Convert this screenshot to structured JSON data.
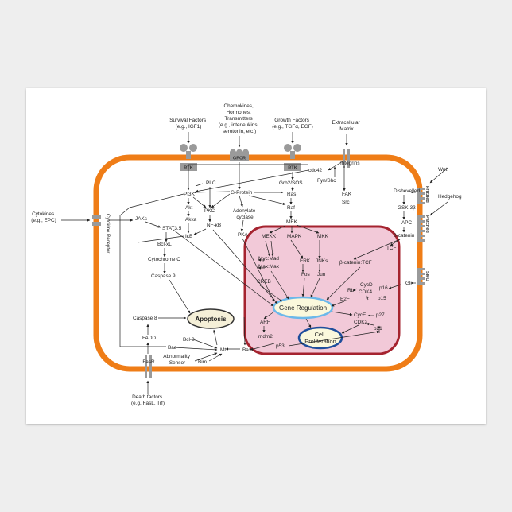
{
  "colors": {
    "membrane": "#ef7d17",
    "nucleus_border": "#a5232f",
    "nucleus_fill": "#f2c9d8",
    "gene_fill": "#fbf8dc",
    "gene_border": "#6bb8ea",
    "apoptosis_fill": "#f5f0d8",
    "receptor": "#9a9a9a"
  },
  "external": {
    "survival": [
      "Survival Factors",
      "(e.g., IGF1)"
    ],
    "chemokines": [
      "Chemokines,",
      "Hormones,",
      "Transmitters",
      "(e.g., interleukins,",
      "serotonin, etc.)"
    ],
    "growth": [
      "Growth Factors",
      "(e.g., TGFα, EGF)"
    ],
    "ecm": [
      "Extracellular",
      "Matrix"
    ],
    "cytokines": [
      "Cytokines",
      "(e.g., EPC)"
    ],
    "death": [
      "Death factors",
      "(e.g. FasL, Trf)"
    ],
    "wnt": "Wnt",
    "hedgehog": "Hedgehog"
  },
  "receptors": {
    "rtk1": "RTK",
    "gpcr": "GPCR",
    "rtk2": "RTK",
    "cytokine": "Cytokine Receptor",
    "fasr": "FasR",
    "frizzled": "Frizzled",
    "patched": "Patched",
    "smo": "SMO"
  },
  "nodes": {
    "cdc42": "cdc42",
    "integrins": "Integrins",
    "fyn_shc": "Fyn/Shc",
    "grb2_sos": "Grb2/SOS",
    "plc": "PLC",
    "gprotein": "G-Protein",
    "ras": "Ras",
    "fak": "FAK",
    "src": "Src",
    "pi3k": "PI3K",
    "pkc": "PKC",
    "akt": "Akt",
    "akka": "Akka",
    "nfkb": "NF-κB",
    "ikb": "IκB",
    "adenylate": [
      "Adenylate",
      "cyclase"
    ],
    "pka": "PKA",
    "raf": "Raf",
    "mek": "MEK",
    "mekk": "MEKK",
    "mapk": "MAPK",
    "mkk": "MKK",
    "dishevelled": "Dishevelled",
    "gsk": "GSK-3β",
    "apc": "APC",
    "bcatenin": "β-catenin",
    "tcf": "TCF",
    "jaks": "JAKs",
    "stat": "STAT3.5",
    "bclxl": "Bcl-xL",
    "cytc": "Cytochrome C",
    "casp9": "Caspase 9",
    "casp8": "Caspase 8",
    "fadd": "FADD",
    "bad": "Bad",
    "bcl2": "Bcl-2",
    "mt": "Mt",
    "abnormality": [
      "Abnormality",
      "Sensor"
    ],
    "bim": "Bim",
    "bax": "Bax",
    "myc_mad": "Myc:Mad",
    "max_max": "Max:Max",
    "erk": "ERK",
    "jnks": "JNKs",
    "fos": "Fos",
    "jun": "Jun",
    "bcat_tcf": "β-catenin:TCF",
    "creb": "CREB",
    "cycd": "CycD",
    "p16": "p16",
    "rb": "Rb",
    "cdk4": "CDK4",
    "p15": "p15",
    "e2f": "E2F",
    "gli": "Gli",
    "cyce": "CycE",
    "p27": "p27",
    "cdk2": "CDK2",
    "p21": "p21",
    "arf": "ARF",
    "mdm2": "mdm2",
    "p53": "p53"
  },
  "boxes": {
    "gene_regulation": "Gene Regulation",
    "proliferation": [
      "Cell",
      "Proliferation"
    ],
    "apoptosis": "Apoptosis"
  }
}
